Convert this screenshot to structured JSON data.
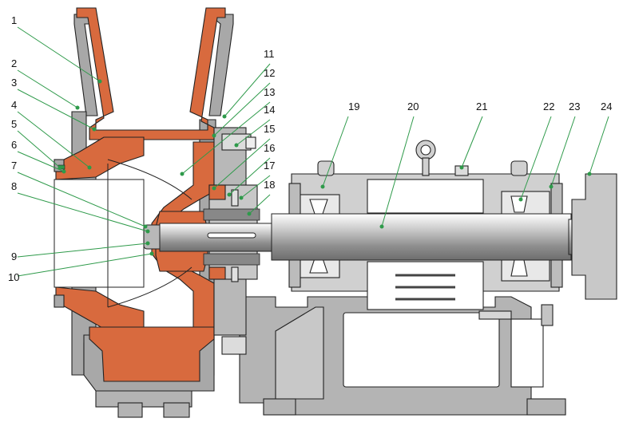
{
  "figure": {
    "colors": {
      "casing": "#a8a8a8",
      "wet_part": "#d86a3e",
      "shaft": "#c4c4c4",
      "bearing_housing": "#d0d0d0",
      "leader": "#2e9a4a",
      "outline": "#222222",
      "background": "#ffffff"
    },
    "callouts": [
      {
        "id": "1",
        "label": "1"
      },
      {
        "id": "2",
        "label": "2"
      },
      {
        "id": "3",
        "label": "3"
      },
      {
        "id": "4",
        "label": "4"
      },
      {
        "id": "5",
        "label": "5"
      },
      {
        "id": "6",
        "label": "6"
      },
      {
        "id": "7",
        "label": "7"
      },
      {
        "id": "8",
        "label": "8"
      },
      {
        "id": "9",
        "label": "9"
      },
      {
        "id": "10",
        "label": "10"
      },
      {
        "id": "11",
        "label": "11"
      },
      {
        "id": "12",
        "label": "12"
      },
      {
        "id": "13",
        "label": "13"
      },
      {
        "id": "14",
        "label": "14"
      },
      {
        "id": "15",
        "label": "15"
      },
      {
        "id": "16",
        "label": "16"
      },
      {
        "id": "17",
        "label": "17"
      },
      {
        "id": "18",
        "label": "18"
      },
      {
        "id": "19",
        "label": "19"
      },
      {
        "id": "20",
        "label": "20"
      },
      {
        "id": "21",
        "label": "21"
      },
      {
        "id": "22",
        "label": "22"
      },
      {
        "id": "23",
        "label": "23"
      },
      {
        "id": "24",
        "label": "24"
      }
    ]
  }
}
